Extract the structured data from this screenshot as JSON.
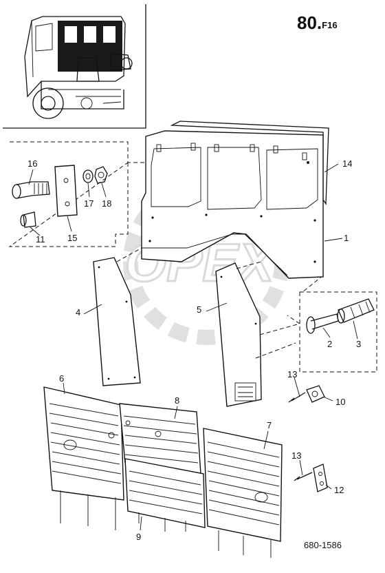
{
  "header": {
    "page_number": "80.",
    "page_suffix": "F16"
  },
  "watermark": {
    "text": "OPEX"
  },
  "drawing_number": "680-1586",
  "callouts": [
    {
      "id": "c1",
      "text": "1"
    },
    {
      "id": "c2",
      "text": "2"
    },
    {
      "id": "c3",
      "text": "3"
    },
    {
      "id": "c4",
      "text": "4"
    },
    {
      "id": "c5",
      "text": "5"
    },
    {
      "id": "c6",
      "text": "6"
    },
    {
      "id": "c7",
      "text": "7"
    },
    {
      "id": "c8",
      "text": "8"
    },
    {
      "id": "c9",
      "text": "9"
    },
    {
      "id": "c10",
      "text": "10"
    },
    {
      "id": "c11",
      "text": "11"
    },
    {
      "id": "c12",
      "text": "12"
    },
    {
      "id": "c13a",
      "text": "13"
    },
    {
      "id": "c13b",
      "text": "13"
    },
    {
      "id": "c14",
      "text": "14"
    },
    {
      "id": "c15",
      "text": "15"
    },
    {
      "id": "c16",
      "text": "16"
    },
    {
      "id": "c17",
      "text": "17"
    },
    {
      "id": "c18",
      "text": "18"
    }
  ]
}
